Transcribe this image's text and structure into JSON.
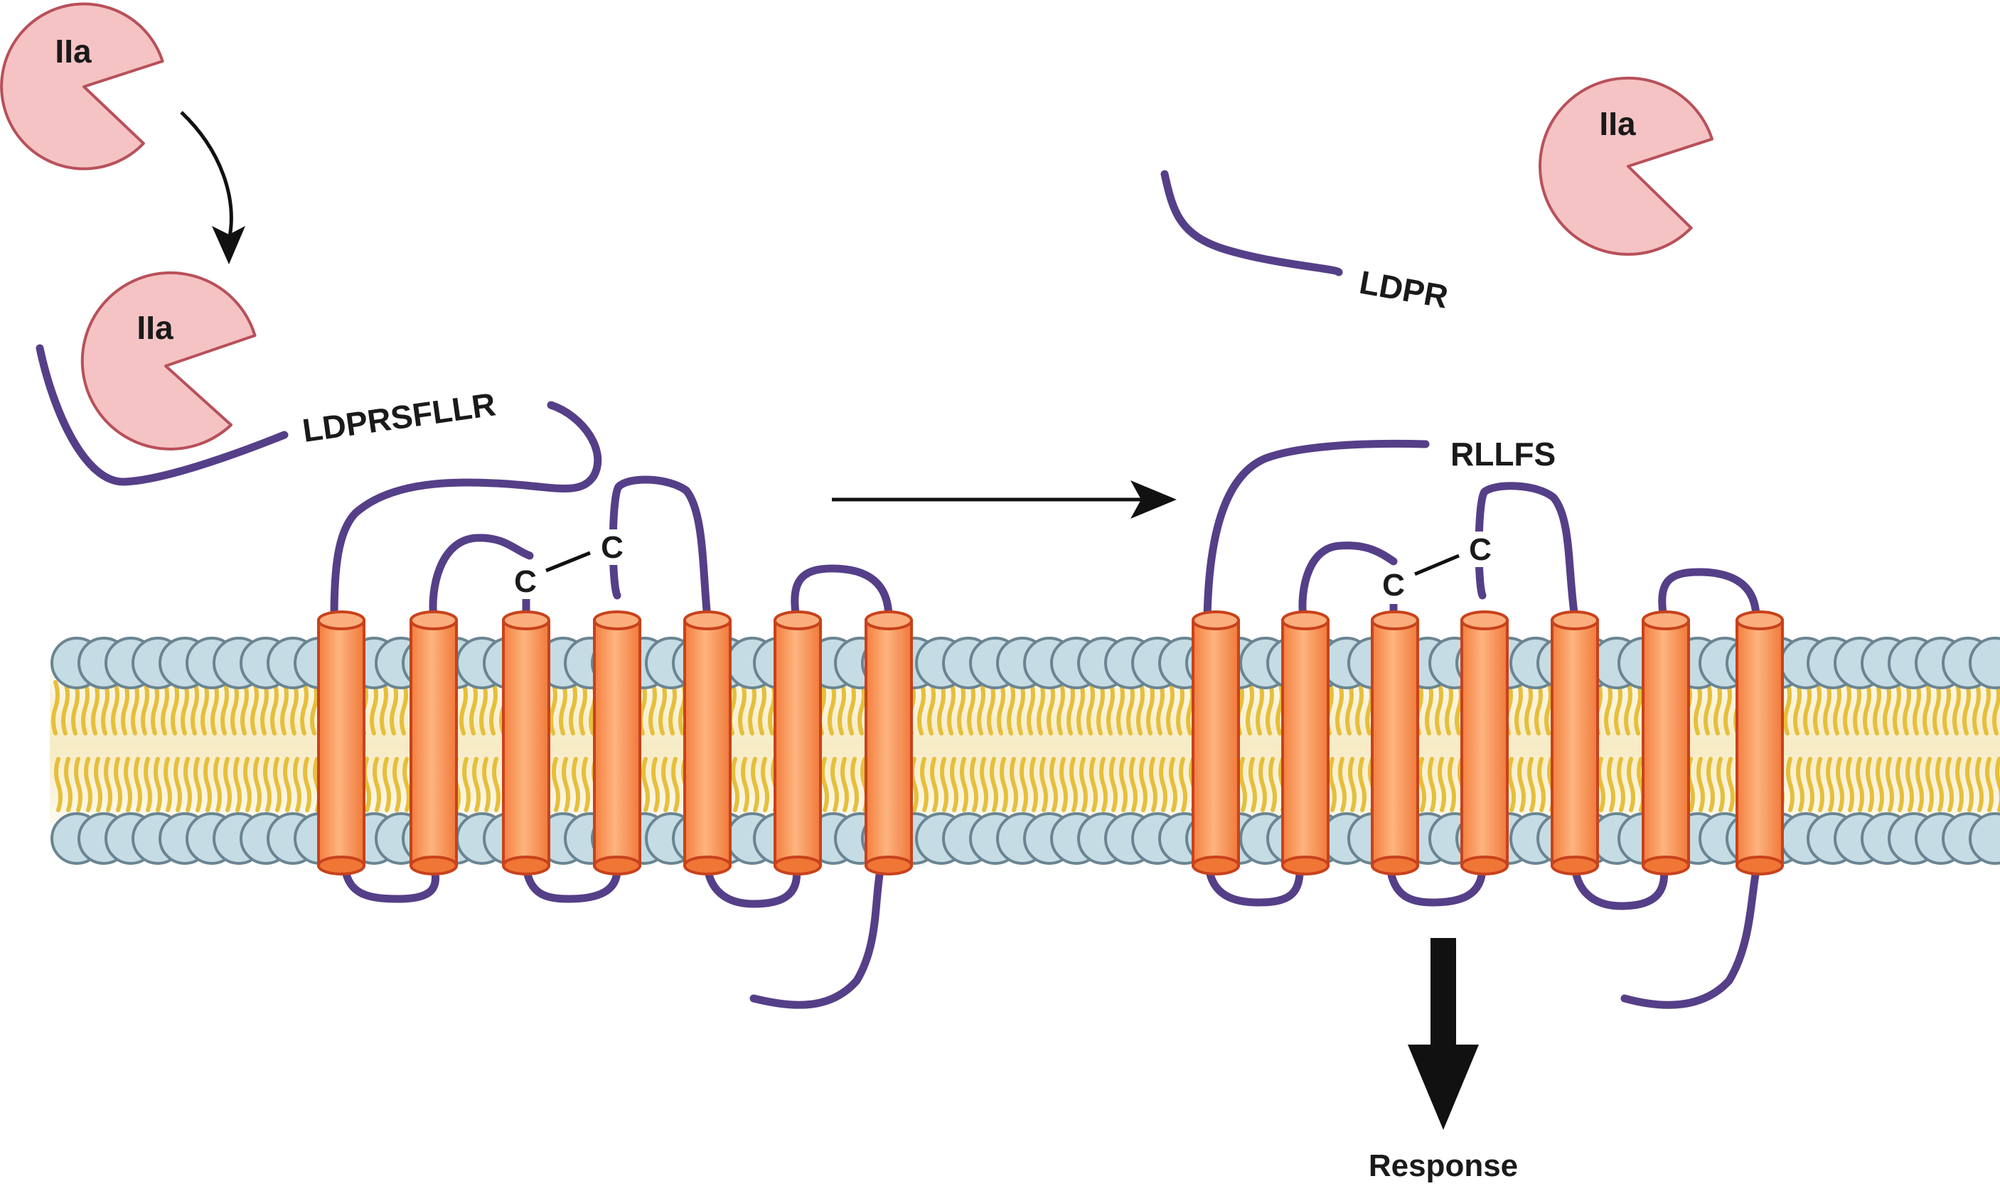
{
  "labels": {
    "thrombin": "IIa",
    "tethered_sequence": "LDPRSFLLR",
    "cleaved_peptide": "LDPR",
    "new_n_terminus": "RLLFS",
    "cys_left": "C",
    "cys_right": "C",
    "response": "Response"
  },
  "colors": {
    "thrombin_fill": "#f5c3c3",
    "thrombin_stroke": "#b8505a",
    "receptor_chain": "#553f88",
    "helix_fill": "#f79660",
    "helix_stroke": "#c8421c",
    "lipid_head_fill": "#c5dce4",
    "lipid_head_stroke": "#6a8591",
    "lipid_tail": "#e6bf3a",
    "arrow": "#111111"
  }
}
